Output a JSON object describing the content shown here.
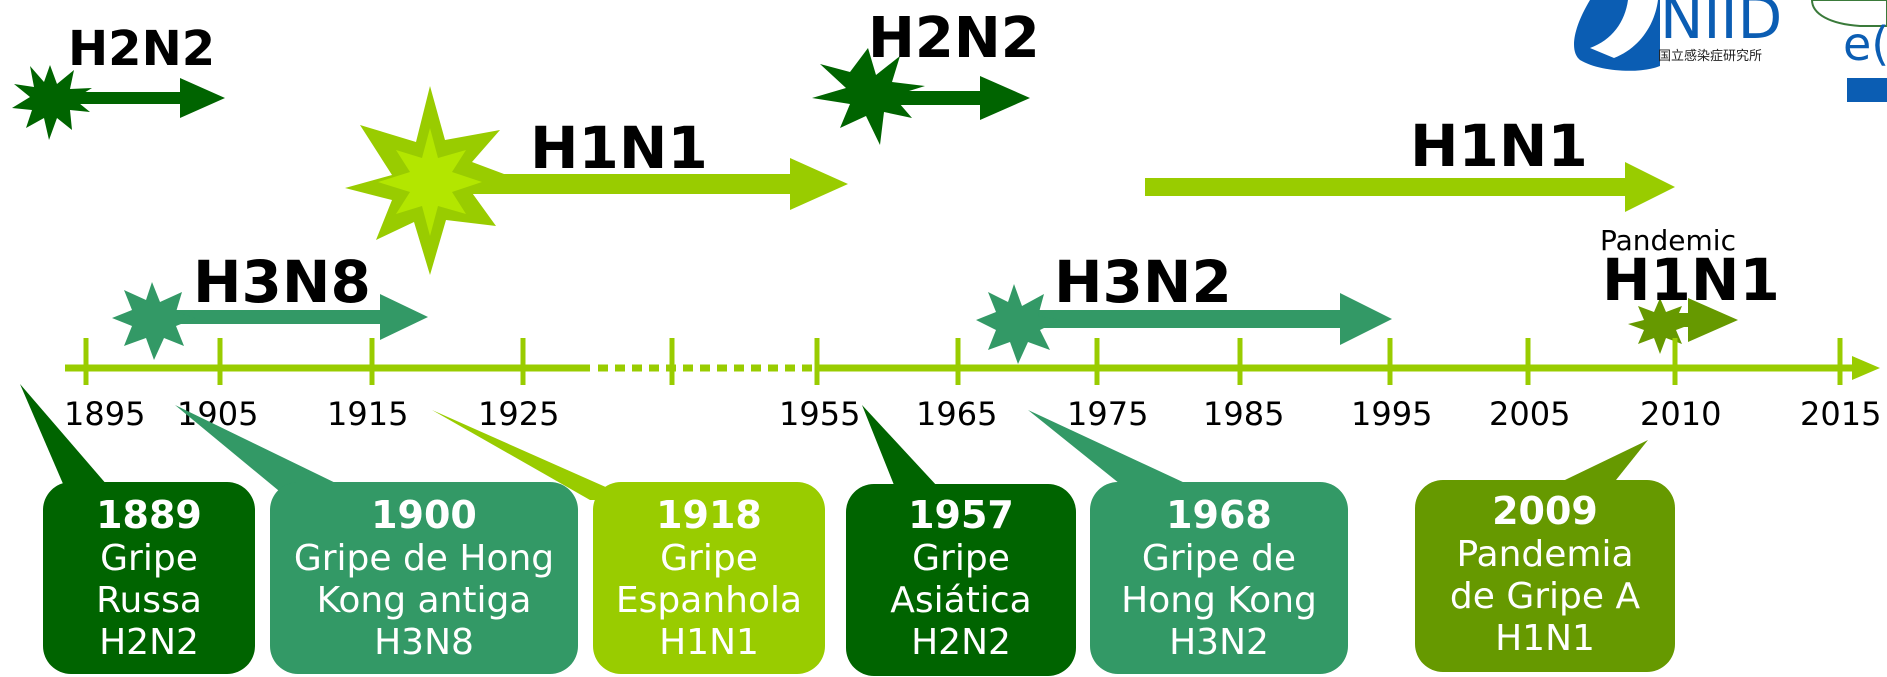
{
  "colors": {
    "dark_green": "#006400",
    "medium_green": "#339966",
    "light_green": "#99cc00",
    "olive_green": "#669900",
    "axis": "#99cc00",
    "niid_blue": "#0b5db3"
  },
  "logos": {
    "niid_text": "NIID",
    "niid_subtitle": "国立感染症研究所",
    "ecdc_text": "e("
  },
  "axis": {
    "ticks": [
      "1895",
      "1905",
      "1915",
      "1925",
      "1955",
      "1965",
      "1975",
      "1985",
      "1995",
      "2005",
      "2010",
      "2015"
    ]
  },
  "strains": {
    "h2n2_1889": "H2N2",
    "h1n1_1918": "H1N1",
    "h3n8_1900": "H3N8",
    "h2n2_1957": "H2N2",
    "h1n1_1977": "H1N1",
    "h3n2_1968": "H3N2",
    "pandemic_label": "Pandemic",
    "h1n1_2009": "H1N1"
  },
  "events": [
    {
      "year": "1889",
      "lines": [
        "Gripe",
        "Russa",
        "H2N2"
      ],
      "color": "#006400"
    },
    {
      "year": "1900",
      "lines": [
        "Gripe de Hong",
        "Kong antiga",
        "H3N8"
      ],
      "color": "#339966"
    },
    {
      "year": "1918",
      "lines": [
        "Gripe",
        "Espanhola",
        "H1N1"
      ],
      "color": "#99cc00"
    },
    {
      "year": "1957",
      "lines": [
        "Gripe",
        "Asiática",
        "H2N2"
      ],
      "color": "#006400"
    },
    {
      "year": "1968",
      "lines": [
        "Gripe de",
        "Hong Kong",
        "H3N2"
      ],
      "color": "#339966"
    },
    {
      "year": "2009",
      "lines": [
        "Pandemia",
        "de Gripe A",
        "H1N1"
      ],
      "color": "#669900"
    }
  ]
}
